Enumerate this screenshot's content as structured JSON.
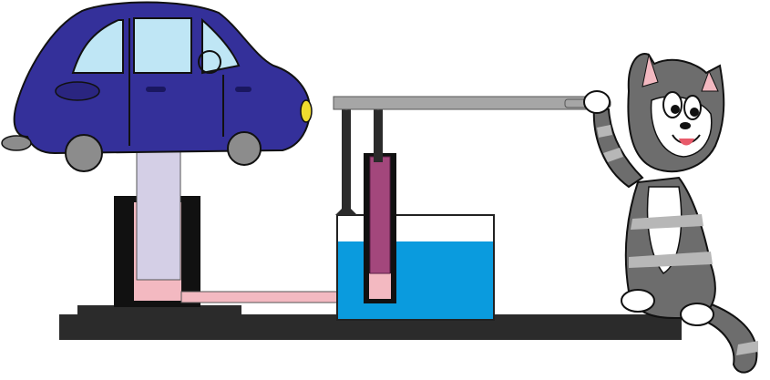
{
  "diagram": {
    "subject": "hydraulic-car-lift",
    "parts": {
      "base": "base-platform",
      "large_cylinder": "large-cylinder",
      "large_piston": "large-piston",
      "small_cylinder": "small-cylinder",
      "small_piston": "small-piston",
      "connecting_pipe": "connecting-pipe",
      "reservoir": "water-reservoir",
      "lever": "hand-lever",
      "car": "car",
      "cat": "cat-character"
    },
    "colors": {
      "base": "#2b2b2b",
      "cylinder_wall": "#111111",
      "large_piston": "#d4cfe6",
      "oil": "#f3b9c1",
      "small_piston": "#a3477c",
      "water": "#0a9bde",
      "lever": "#a6a6a6",
      "car_body": "#34309a",
      "car_window": "#bfe6f5",
      "tire": "#8c8c8c",
      "cat_gray": "#6d6d6d",
      "cat_light": "#b7b7b7"
    }
  }
}
